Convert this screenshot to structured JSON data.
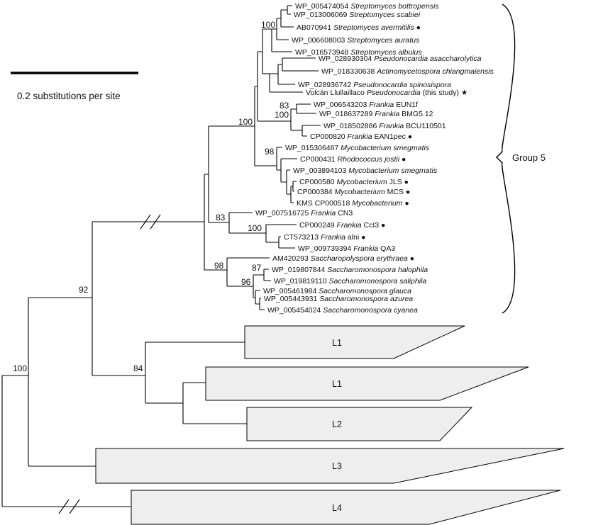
{
  "scale_bar": {
    "label": "0.2 substitutions per site"
  },
  "group_label": "Group 5",
  "leaves": [
    {
      "acc": "WP_005474054",
      "sp": "Streptomyces bottropensis",
      "extra": "",
      "mark": ""
    },
    {
      "acc": "WP_013006069",
      "sp": "Streptomyces scabiei",
      "extra": "",
      "mark": ""
    },
    {
      "acc": "AB070941",
      "sp": "Streptomyces avermitilis",
      "extra": "",
      "mark": "●"
    },
    {
      "acc": "WP_006608003",
      "sp": "Streptomyces auratus",
      "extra": "",
      "mark": ""
    },
    {
      "acc": "WP_016573948",
      "sp": "Streptomyces albulus",
      "extra": "",
      "mark": ""
    },
    {
      "acc": "WP_028930304",
      "sp": "Pseudonocardia asaccharolytica",
      "extra": "",
      "mark": ""
    },
    {
      "acc": "WP_018330638",
      "sp": "Actinomycetospora chiangmaiensis",
      "extra": "",
      "mark": ""
    },
    {
      "acc": "WP_028936742",
      "sp": "Pseudonocardia spinosispora",
      "extra": "",
      "mark": ""
    },
    {
      "acc": "Volcán Llullaillaco",
      "sp": "Pseudonocardia",
      "extra": "(this study)",
      "mark": "★"
    },
    {
      "acc": "WP_006543203",
      "sp": "Frankia",
      "extra": "EUN1f",
      "mark": ""
    },
    {
      "acc": "WP_018637289",
      "sp": "Frankia",
      "extra": "BMG5.12",
      "mark": ""
    },
    {
      "acc": "WP_018502886",
      "sp": "Frankia",
      "extra": "BCU110501",
      "mark": ""
    },
    {
      "acc": "CP000820",
      "sp": "Frankia",
      "extra": "EAN1pec",
      "mark": "●"
    },
    {
      "acc": "WP_015306467",
      "sp": "Mycobacterium smegmatis",
      "extra": "",
      "mark": ""
    },
    {
      "acc": "CP000431",
      "sp": "Rhodococcus jostii",
      "extra": "",
      "mark": "●"
    },
    {
      "acc": "WP_003894103",
      "sp": "Mycobacterium smegmatis",
      "extra": "",
      "mark": ""
    },
    {
      "acc": "CP000580",
      "sp": "Mycobacterium",
      "extra": "JLS",
      "mark": "●"
    },
    {
      "acc": "CP000384",
      "sp": "Mycobacterium",
      "extra": "MCS",
      "mark": "●"
    },
    {
      "acc": "KMS CP000518",
      "sp": "Mycobacterium",
      "extra": "",
      "mark": "●"
    },
    {
      "acc": "WP_007516725",
      "sp": "Frankia",
      "extra": "CN3",
      "mark": ""
    },
    {
      "acc": "CP000249",
      "sp": "Frankia",
      "extra": "CcI3",
      "mark": "●"
    },
    {
      "acc": "CT573213",
      "sp": "Frankia",
      "extra": "alni",
      "mark": "●"
    },
    {
      "acc": "WP_009739394",
      "sp": "Frankia",
      "extra": "QA3",
      "mark": ""
    },
    {
      "acc": "AM420293",
      "sp": "Saccharopolyspora erythraea",
      "extra": "",
      "mark": "●"
    },
    {
      "acc": "WP_019807844",
      "sp": "Saccharomonospora halophila",
      "extra": "",
      "mark": ""
    },
    {
      "acc": "WP_019819110",
      "sp": "Saccharomonospora saliphila",
      "extra": "",
      "mark": ""
    },
    {
      "acc": "WP_005461984",
      "sp": "Saccharomonospora glauca",
      "extra": "",
      "mark": ""
    },
    {
      "acc": "WP_005443931",
      "sp": "Saccharomonospora azurea",
      "extra": "",
      "mark": ""
    },
    {
      "acc": "WP_005454024",
      "sp": "Saccharomonospora cyanea",
      "extra": "",
      "mark": ""
    }
  ],
  "support": [
    "100",
    "83",
    "100",
    "100",
    "98",
    "83",
    "100",
    "98",
    "87",
    "96",
    "92",
    "84",
    "100"
  ],
  "collapsed_clades": [
    "L1",
    "L1",
    "L2",
    "L3",
    "L4"
  ]
}
